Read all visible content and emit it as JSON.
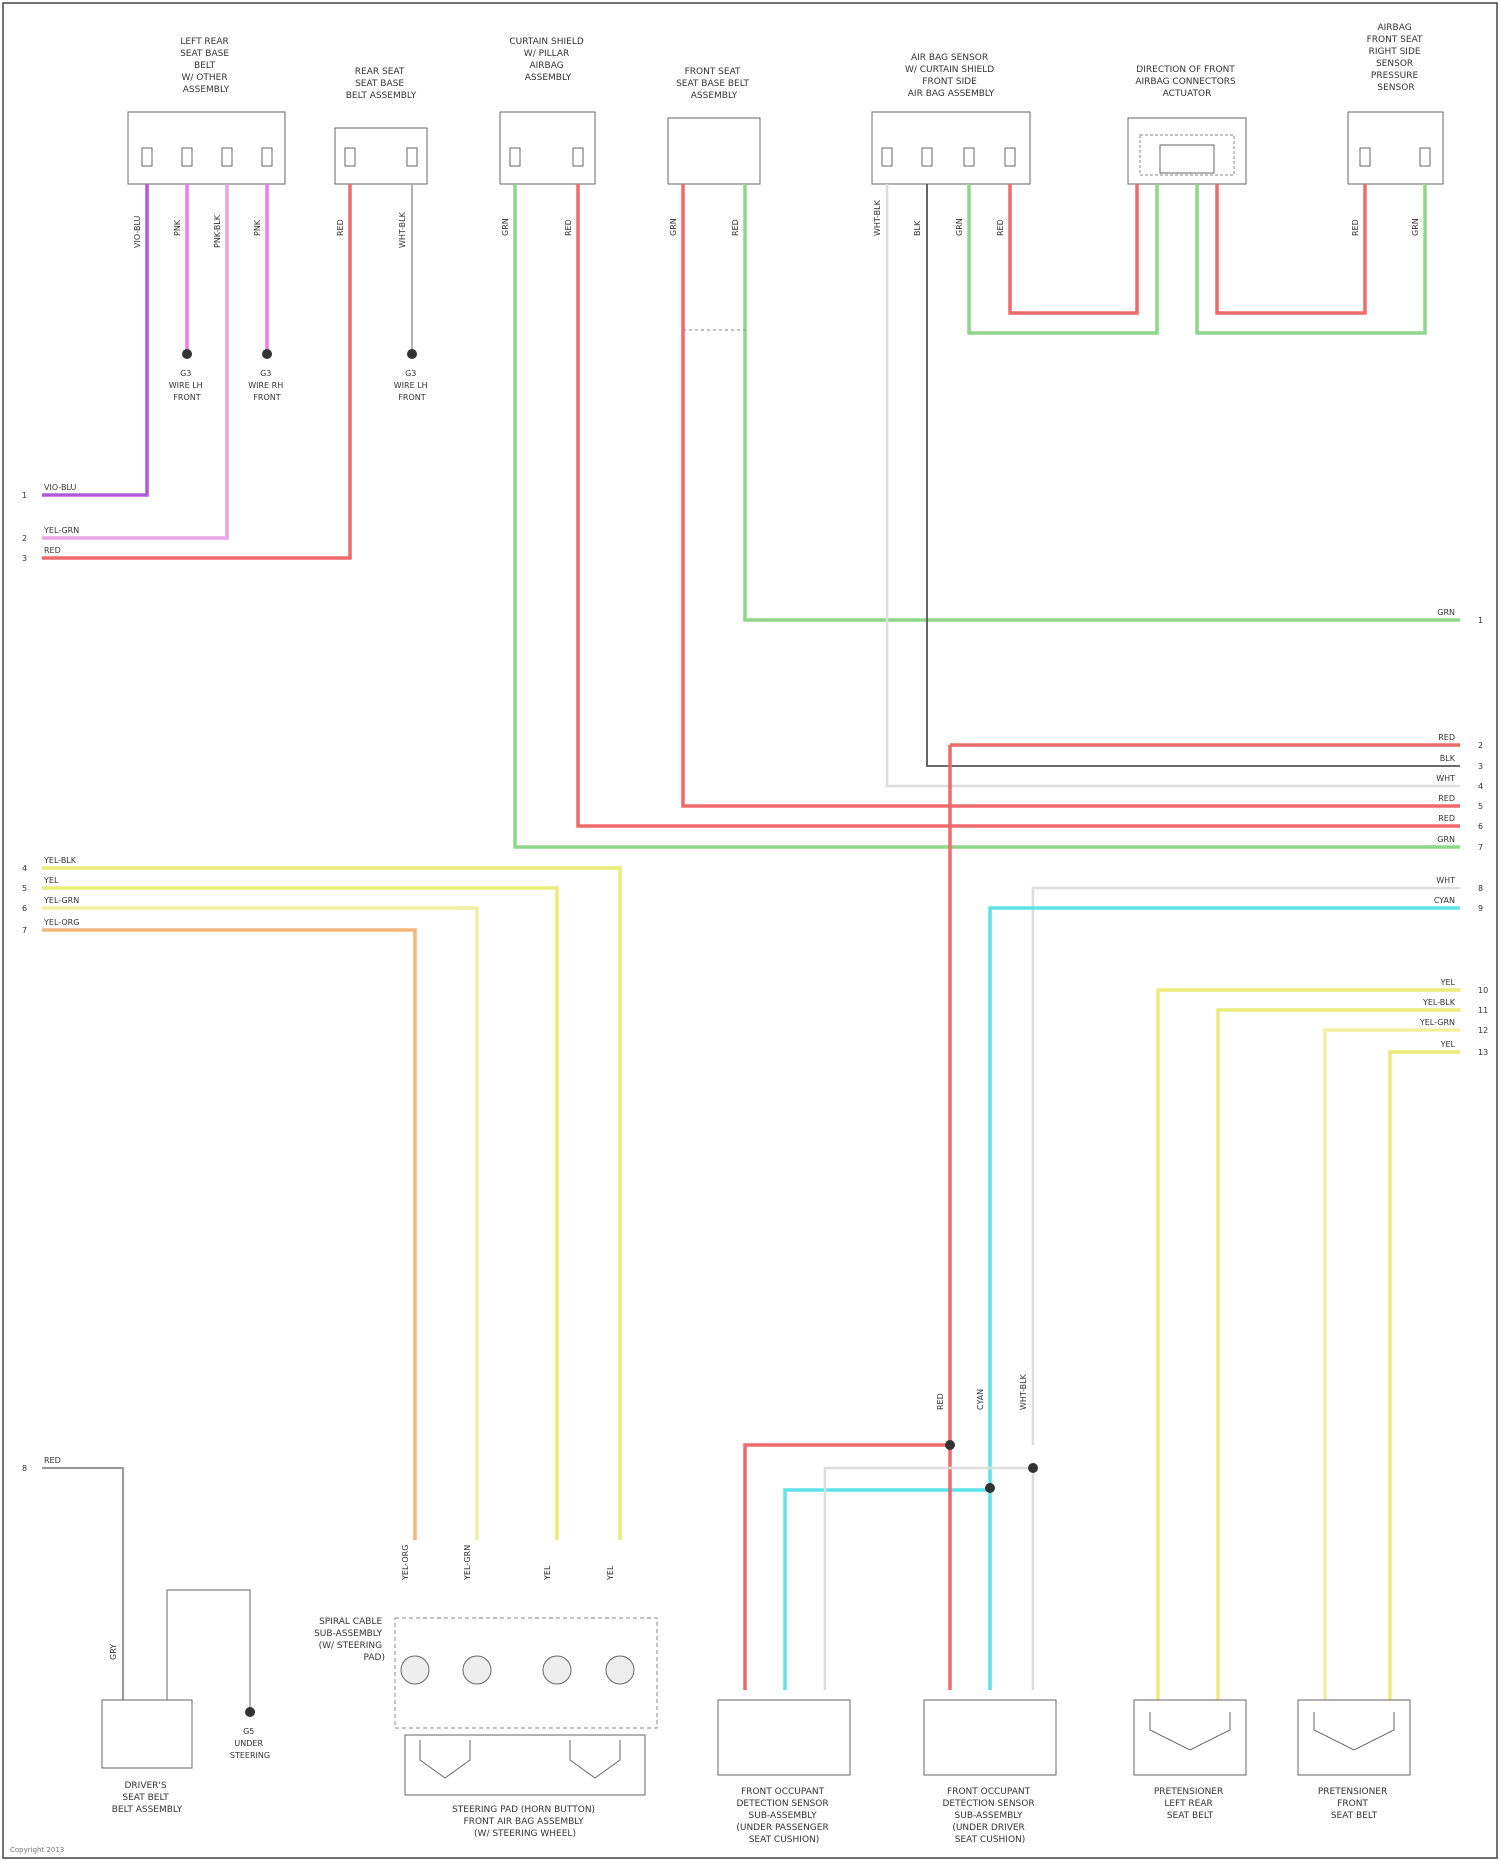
{
  "colors": {
    "violet": "#b05bd6",
    "pink": "#f07ce6",
    "pink_light": "#e9a4e3",
    "red": "#ef6a6a",
    "green": "#8fd68a",
    "yellow": "#ecec7a",
    "yellow_light": "#f0f0a0",
    "orange": "#f2b77c",
    "cyan": "#5ee2ea",
    "grey": "#999999",
    "black": "#555555",
    "white": "#dddddd"
  },
  "components": [
    {
      "id": "c1",
      "title": [
        "LEFT REAR",
        "SEAT BASE",
        "BELT",
        "W/ OTHER",
        "ASSEMBLY"
      ]
    },
    {
      "id": "c2",
      "title": [
        "REAR SEAT",
        "SEAT BASE",
        "BELT ASSEMBLY"
      ]
    },
    {
      "id": "c3",
      "title": [
        "CURTAIN SHIELD",
        "W/ PILLAR",
        "AIRBAG",
        "ASSEMBLY"
      ]
    },
    {
      "id": "c4",
      "title": [
        "FRONT SEAT",
        "SEAT BASE BELT",
        "ASSEMBLY"
      ]
    },
    {
      "id": "c5",
      "title": [
        "AIR BAG SENSOR",
        "W/ CURTAIN SHIELD",
        "FRONT SIDE",
        "AIR BAG ASSEMBLY"
      ]
    },
    {
      "id": "c6",
      "title": [
        "DIRECTION OF FRONT",
        "AIRBAG CONNECTORS",
        "ACTUATOR"
      ]
    },
    {
      "id": "c7",
      "title": [
        "AIRBAG",
        "FRONT SEAT",
        "RIGHT SIDE",
        "SENSOR",
        "PRESSURE",
        "SENSOR"
      ]
    },
    {
      "id": "c8",
      "title": [
        "DRIVER'S",
        "SEAT BELT",
        "BELT ASSEMBLY"
      ]
    },
    {
      "id": "c9",
      "title": [
        "SPIRAL CABLE",
        "SUB-ASSEMBLY",
        "(W/ STEERING",
        "PAD)"
      ]
    },
    {
      "id": "c10",
      "title": [
        "STEERING PAD (HORN BUTTON)",
        "FRONT AIR BAG ASSEMBLY",
        "(W/ STEERING WHEEL)"
      ]
    },
    {
      "id": "c11",
      "title": [
        "FRONT OCCUPANT",
        "DETECTION SENSOR",
        "SUB-ASSEMBLY",
        "(UNDER PASSENGER",
        "SEAT CUSHION)"
      ]
    },
    {
      "id": "c12",
      "title": [
        "FRONT OCCUPANT",
        "DETECTION SENSOR",
        "SUB-ASSEMBLY",
        "(UNDER DRIVER",
        "SEAT CUSHION)"
      ]
    },
    {
      "id": "c13",
      "title": [
        "PRETENSIONER",
        "LEFT REAR",
        "SEAT BELT"
      ]
    },
    {
      "id": "c14",
      "title": [
        "PRETENSIONER",
        "FRONT",
        "SEAT BELT"
      ]
    }
  ],
  "grounds": [
    {
      "id": "g1",
      "label": [
        "G3",
        "WIRE LH",
        "FRONT"
      ]
    },
    {
      "id": "g2",
      "label": [
        "G3",
        "WIRE RH",
        "FRONT"
      ]
    },
    {
      "id": "g3",
      "label": [
        "G3",
        "WIRE LH",
        "FRONT"
      ]
    },
    {
      "id": "g4",
      "label": [
        "G5",
        "UNDER",
        "STEERING"
      ]
    }
  ],
  "left_connectors": [
    {
      "num": "1",
      "label": "VIO-BLU"
    },
    {
      "num": "2",
      "label": "YEL-GRN"
    },
    {
      "num": "3",
      "label": "RED"
    },
    {
      "num": "4",
      "label": "YEL-BLK"
    },
    {
      "num": "5",
      "label": "YEL"
    },
    {
      "num": "6",
      "label": "YEL-GRN"
    },
    {
      "num": "7",
      "label": "YEL-ORG"
    },
    {
      "num": "8",
      "label": "RED"
    }
  ],
  "right_connectors": [
    {
      "num": "1",
      "label": "GRN"
    },
    {
      "num": "2",
      "label": "RED"
    },
    {
      "num": "3",
      "label": "BLK"
    },
    {
      "num": "4",
      "label": "WHT"
    },
    {
      "num": "5",
      "label": "RED"
    },
    {
      "num": "6",
      "label": "RED"
    },
    {
      "num": "7",
      "label": "GRN"
    },
    {
      "num": "8",
      "label": "WHT"
    },
    {
      "num": "9",
      "label": "CYAN"
    },
    {
      "num": "10",
      "label": "YEL"
    },
    {
      "num": "11",
      "label": "YEL-BLK"
    },
    {
      "num": "12",
      "label": "YEL-GRN"
    },
    {
      "num": "13",
      "label": "YEL"
    }
  ],
  "wire_labels": {
    "vio_blu": "VIO-BLU",
    "pnk": "PNK",
    "pnk_blk": "PNK-BLK",
    "pnk2": "PNK",
    "red": "RED",
    "wht": "WHT-BLK",
    "grn": "GRN",
    "blk": "BLK",
    "yel_org": "YEL-ORG",
    "yel": "YEL",
    "yel_grn": "YEL-GRN",
    "cyan": "CYAN",
    "gry": "GRY"
  },
  "spiral_label": [
    "SPIRAL CABLE",
    "SUB-ASSEMBLY",
    "(W/ STEERING",
    "PAD)"
  ],
  "footer": "Copyright 2013"
}
